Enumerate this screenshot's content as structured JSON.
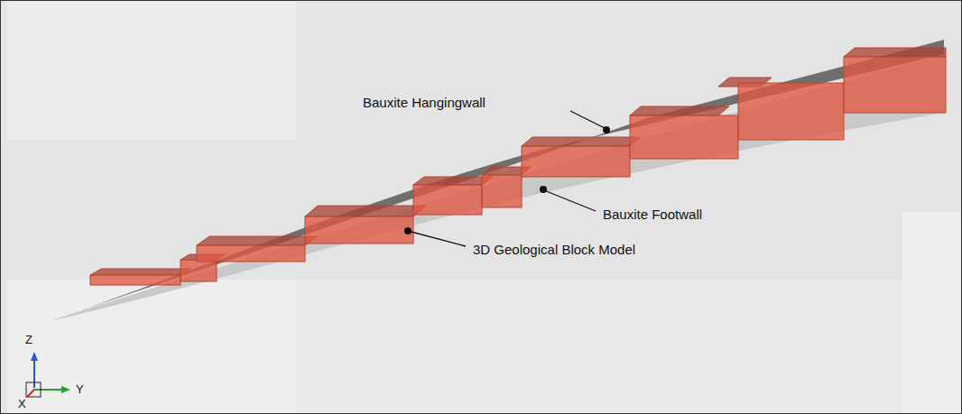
{
  "diagram": {
    "labels": [
      "Bauxite Hangingwall",
      "Bauxite Footwall",
      "3D Geological Block Model",
      "Z",
      "Y",
      "X"
    ]
  }
}
